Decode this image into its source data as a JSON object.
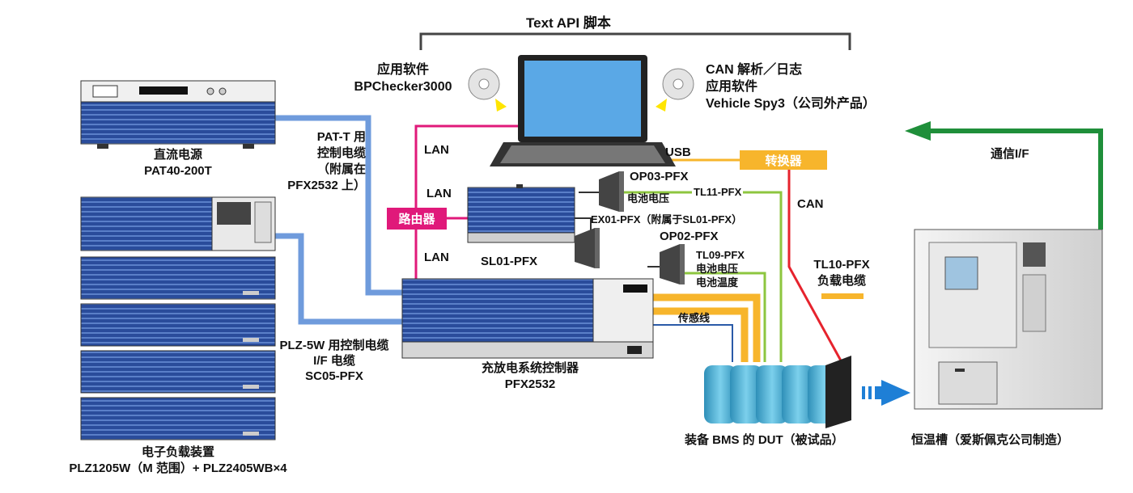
{
  "colors": {
    "lan": "#e0197a",
    "router": "#e0197a",
    "converter": "#f7b52c",
    "can": "#e6232d",
    "green_cable": "#8dc63f",
    "blue_cable": "#5b8fd6",
    "comm_arrow": "#1f8f3a",
    "equipment_blue": "#2a4c9b"
  },
  "top": {
    "script_label": "Text API 脚本"
  },
  "left_software": {
    "line1": "应用软件",
    "line2": "BPChecker3000"
  },
  "right_software": {
    "line1": "CAN 解析／日志",
    "line2": "应用软件",
    "line3": "Vehicle Spy3（公司外产品）"
  },
  "dc_supply": {
    "line1": "直流电源",
    "line2": "PAT40-200T"
  },
  "pat_cable": {
    "line1": "PAT-T 用",
    "line2": "控制电缆",
    "line3": "（附属在",
    "line4": "PFX2532 上）"
  },
  "load": {
    "line1": "电子负载装置",
    "line2": "PLZ1205W（M 范围）+ PLZ2405WB×4"
  },
  "plz_cable": {
    "line1": "PLZ-5W 用控制电缆",
    "line2": "I/F 电缆",
    "line3": "SC05-PFX"
  },
  "network": {
    "lan1": "LAN",
    "lan2": "LAN",
    "lan3": "LAN",
    "router": "路由器",
    "usb": "USB",
    "converter": "转换器",
    "can": "CAN"
  },
  "sl01": {
    "label": "SL01-PFX"
  },
  "op03": {
    "name": "OP03-PFX",
    "sub": "电池电压",
    "tl": "TL11-PFX"
  },
  "ex01": {
    "label": "EX01-PFX（附属于SL01-PFX）"
  },
  "op02": {
    "name": "OP02-PFX",
    "tl": "TL09-PFX",
    "sub1": "电池电压",
    "sub2": "电池温度"
  },
  "tl10": {
    "line1": "TL10-PFX",
    "line2": "负载电缆"
  },
  "sense": {
    "label": "传感线"
  },
  "controller": {
    "line1": "充放电系统控制器",
    "line2": "PFX2532"
  },
  "dut": {
    "label": "装备 BMS 的 DUT（被试品）"
  },
  "chamber": {
    "label": "恒温槽（爱斯佩克公司制造）"
  },
  "comm": {
    "label": "通信I/F"
  }
}
